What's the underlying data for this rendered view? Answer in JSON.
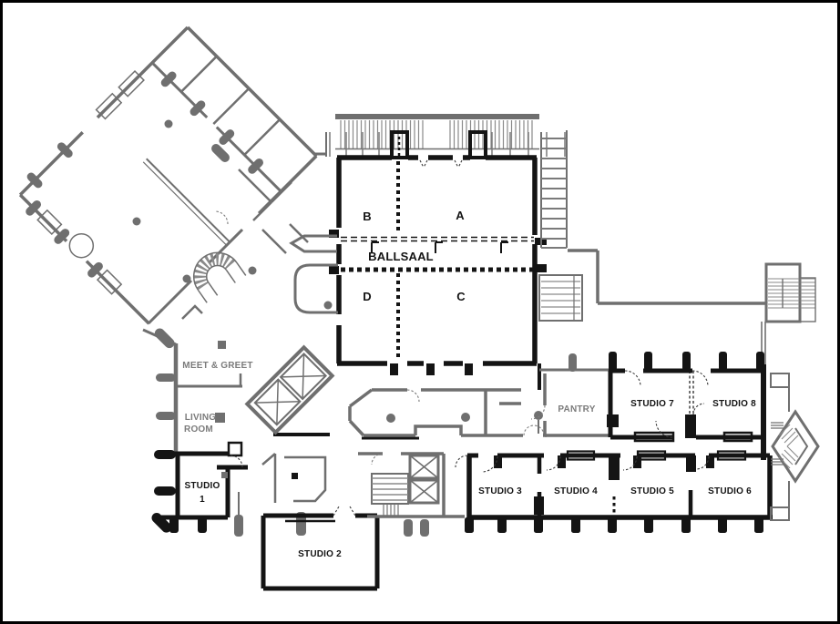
{
  "labels": {
    "ballsaal": "BALLSAAL",
    "hall_a": "A",
    "hall_b": "B",
    "hall_c": "C",
    "hall_d": "D",
    "meet_greet": "MEET & GREET",
    "living_room_l1": "LIVING",
    "living_room_l2": "ROOM",
    "pantry": "PANTRY",
    "studio1_l1": "STUDIO",
    "studio1_l2": "1",
    "studio2": "STUDIO 2",
    "studio3": "STUDIO 3",
    "studio4": "STUDIO 4",
    "studio5": "STUDIO 5",
    "studio6": "STUDIO 6",
    "studio7": "STUDIO 7",
    "studio8": "STUDIO 8"
  },
  "colors": {
    "wall_black": "#141414",
    "wall_gray": "#6f6f6f",
    "label_gray": "#7b7b7b",
    "background": "#ffffff"
  }
}
